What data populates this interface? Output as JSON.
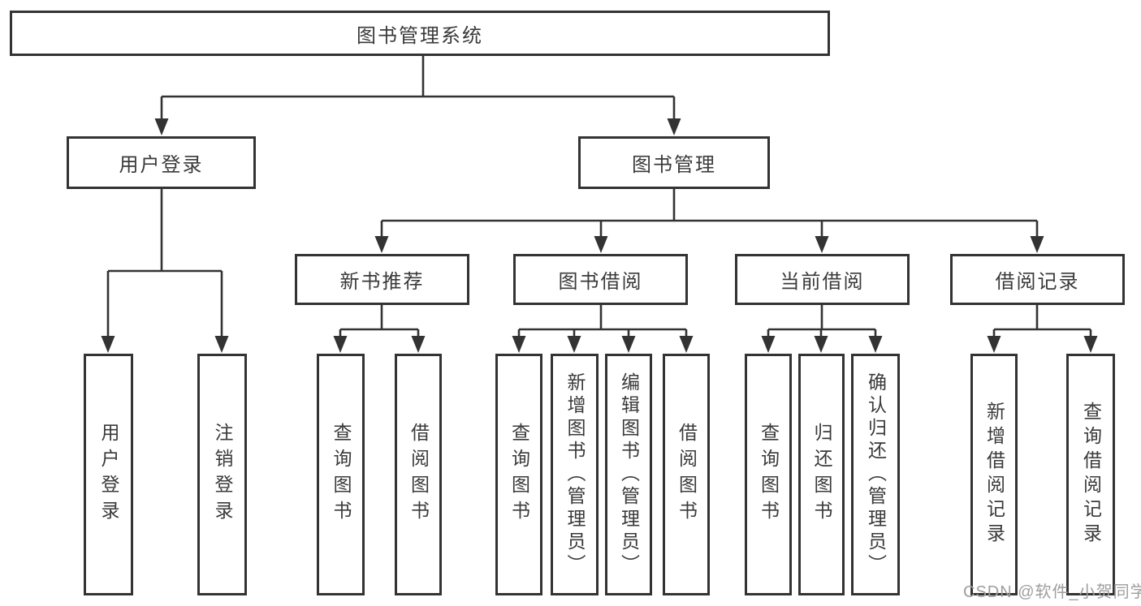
{
  "diagram": {
    "root": {
      "label": "图书管理系统"
    },
    "branches": [
      {
        "label": "用户登录",
        "children": [
          {
            "label": "用户登录"
          },
          {
            "label": "注销登录"
          }
        ]
      },
      {
        "label": "图书管理",
        "children": [
          {
            "label": "新书推荐",
            "children": [
              {
                "label": "查询图书"
              },
              {
                "label": "借阅图书"
              }
            ]
          },
          {
            "label": "图书借阅",
            "children": [
              {
                "label": "查询图书"
              },
              {
                "label": "新增图书（管理员）"
              },
              {
                "label": "编辑图书（管理员）"
              },
              {
                "label": "借阅图书"
              }
            ]
          },
          {
            "label": "当前借阅",
            "children": [
              {
                "label": "查询图书"
              },
              {
                "label": "归还图书"
              },
              {
                "label": "确认归还（管理员）"
              }
            ]
          },
          {
            "label": "借阅记录",
            "children": [
              {
                "label": "新增借阅记录"
              },
              {
                "label": "查询借阅记录"
              }
            ]
          }
        ]
      }
    ]
  },
  "watermark": {
    "text": "CSDN @软件_小贺同学"
  },
  "colors": {
    "line": "#333333",
    "node_border": "#333333",
    "text": "#3a3a3a",
    "watermark": "#9e9e9e",
    "background": "#ffffff"
  }
}
